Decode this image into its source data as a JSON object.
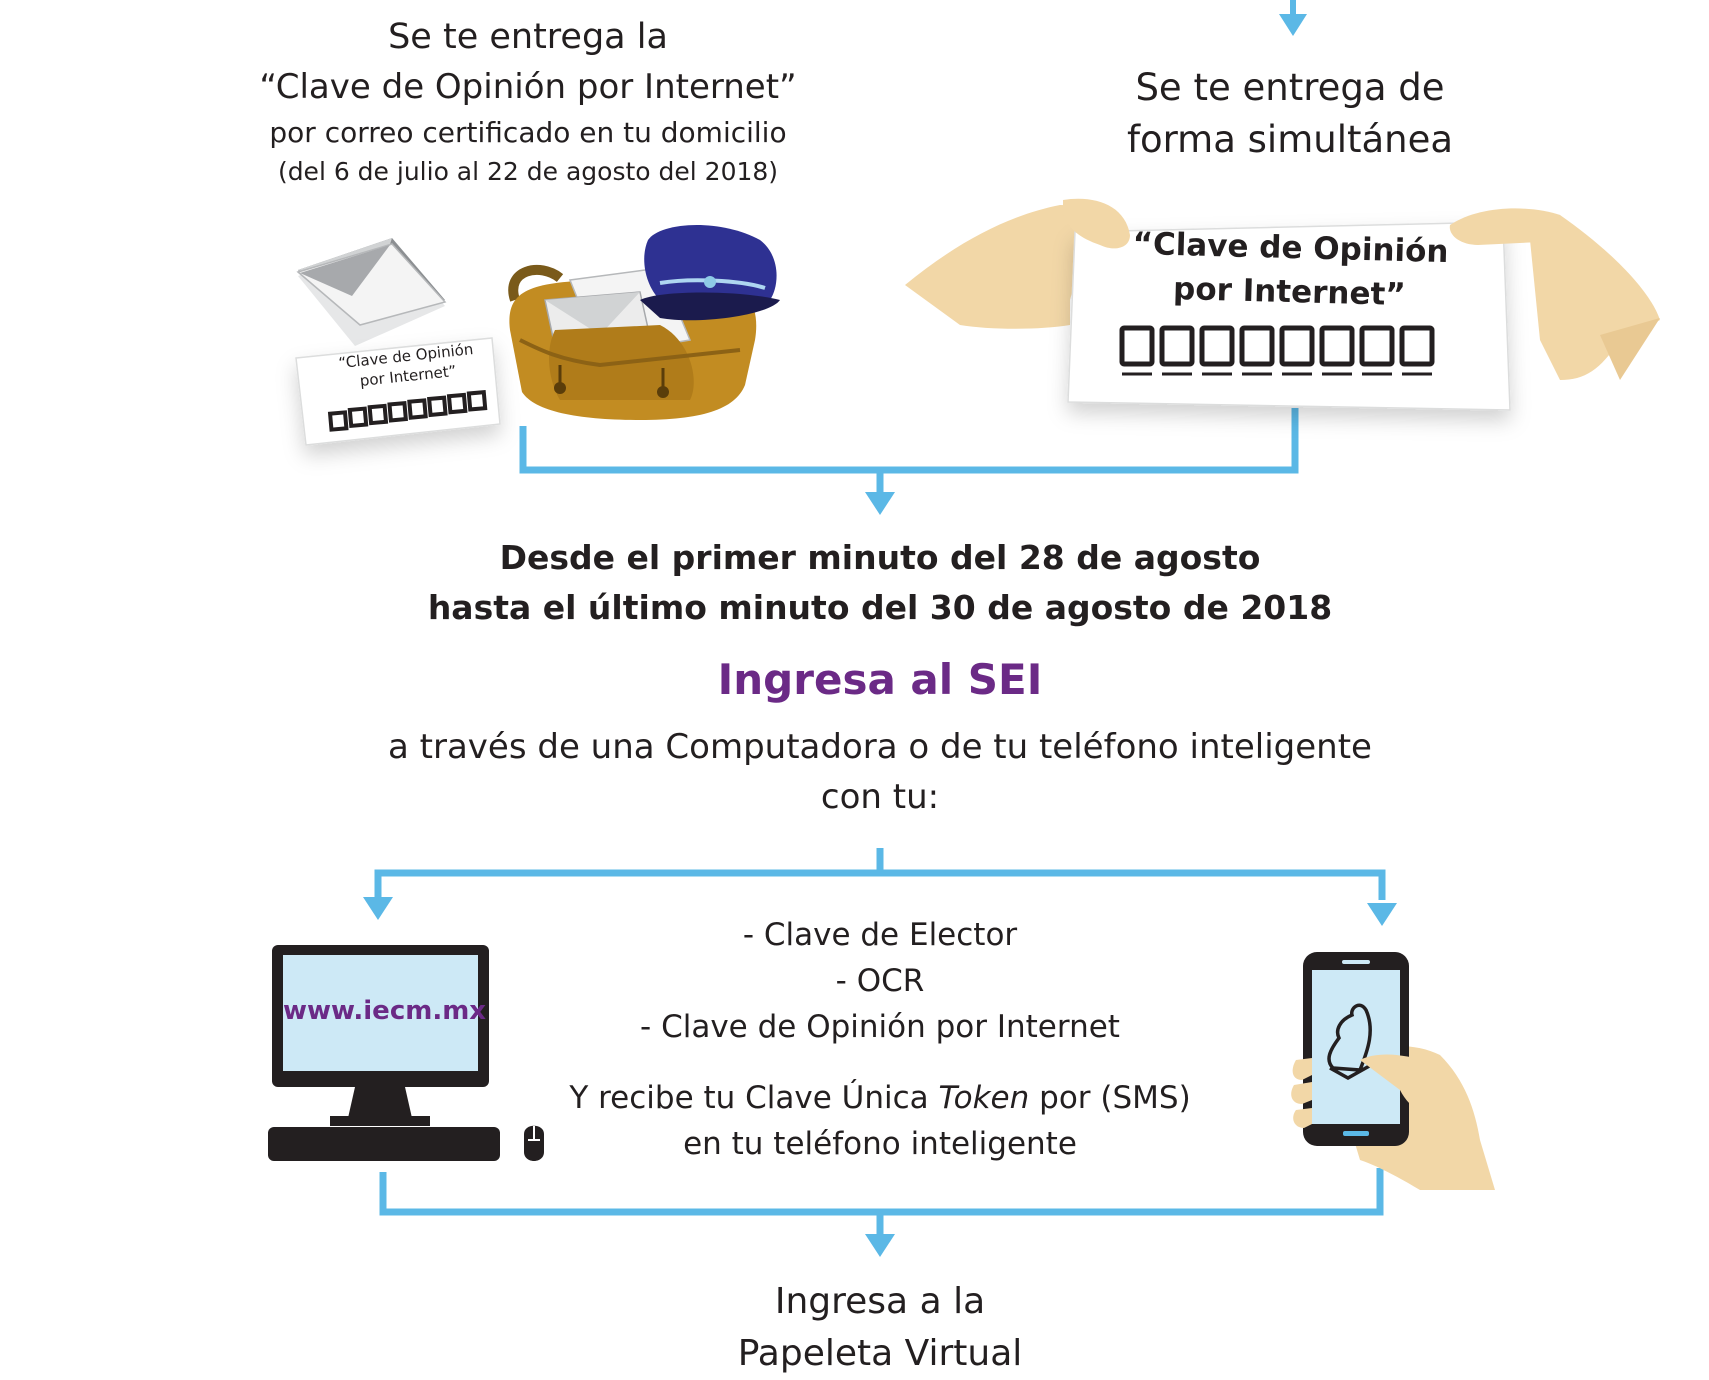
{
  "colors": {
    "arrow": "#5bb8e6",
    "accent": "#6b2a86",
    "text": "#231f20",
    "skin": "#f2d7a7",
    "bag": "#c28c22"
  },
  "left_block": {
    "line1": "Se te entrega la",
    "line2": "“Clave de Opinión por Internet”",
    "line3": "por correo certificado en tu domicilio",
    "line4": "(del 6 de julio al 22 de agosto del 2018)"
  },
  "right_block": {
    "line1": "Se te entrega de",
    "line2": "forma simultánea"
  },
  "small_card": {
    "line1": "“Clave de Opinión",
    "line2": "por Internet”"
  },
  "big_card": {
    "line1": "“Clave de Opinión",
    "line2": "por Internet”"
  },
  "dates": {
    "line1": "Desde el primer minuto del 28 de agosto",
    "line2": "hasta el último minuto del 30 de agosto de 2018"
  },
  "sei_title": "Ingresa al SEI",
  "device_text": {
    "line1": "a través de una Computadora o de tu teléfono inteligente",
    "line2": "con tu:"
  },
  "credentials": [
    "- Clave de Elector",
    "- OCR",
    "- Clave de Opinión por Internet"
  ],
  "token": {
    "line1_before": "Y recibe tu Clave Única ",
    "line1_italic": "Token",
    "line1_after": " por (SMS)",
    "line2": "en tu teléfono inteligente"
  },
  "monitor_url": "www.iecm.mx",
  "final": {
    "line1": "Ingresa a la",
    "line2": "Papeleta Virtual"
  }
}
